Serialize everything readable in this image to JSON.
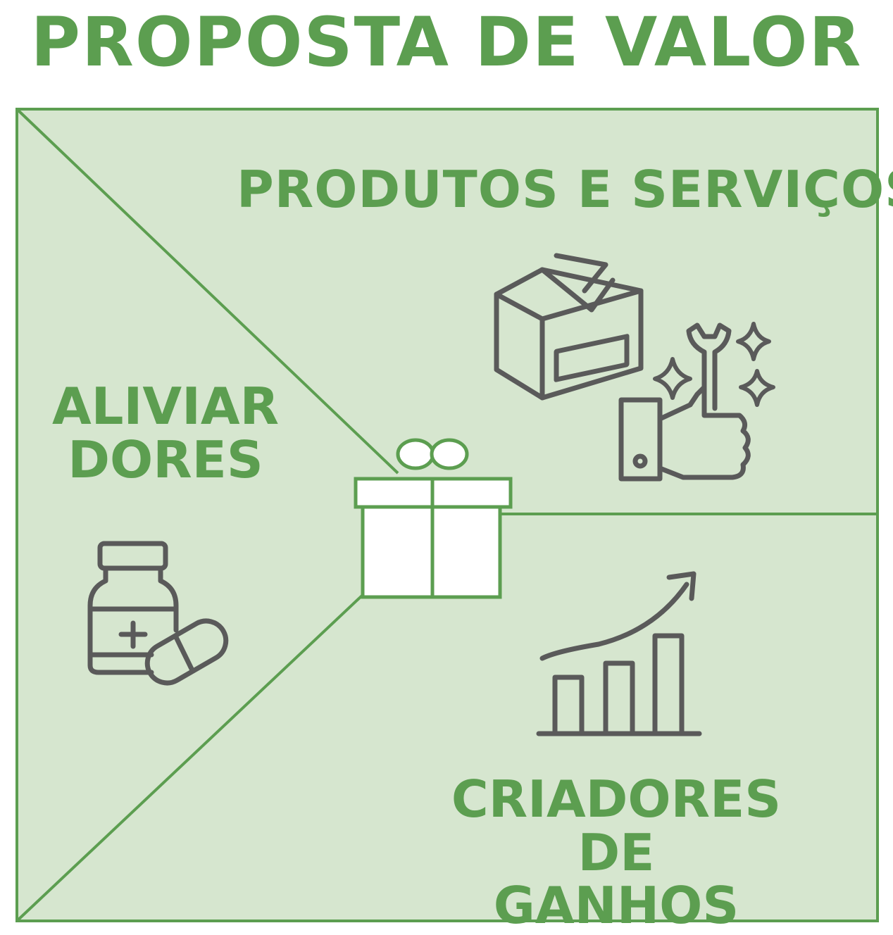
{
  "title": "PROPOSTA DE VALOR",
  "sections": {
    "products_services": {
      "label": "PRODUTOS E SERVIÇOS",
      "icons": [
        "package-box-icon",
        "wrench-thumbs-up-icon",
        "sparkle-icon"
      ]
    },
    "pain_relievers": {
      "label_line1": "ALIVIAR",
      "label_line2": "DORES",
      "icons": [
        "medicine-bottle-icon",
        "pill-capsule-icon"
      ]
    },
    "gain_creators": {
      "label_line1": "CRIADORES",
      "label_line2": "DE GANHOS",
      "icons": [
        "growth-chart-icon"
      ]
    },
    "center": {
      "icon": "gift-icon"
    }
  },
  "colors": {
    "accent_green": "#5c9e50",
    "panel_fill": "#d6e6cf",
    "icon_gray": "#5a5a5a",
    "gift_fill": "#ffffff"
  }
}
